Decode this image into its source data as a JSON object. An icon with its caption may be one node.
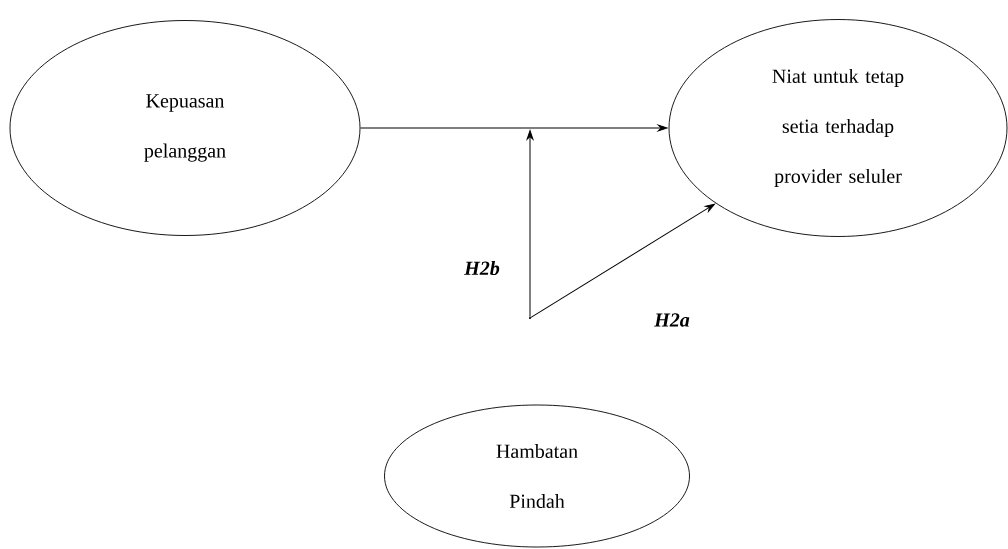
{
  "diagram": {
    "nodes": [
      {
        "text": [
          "Kepuasan pelanggan"
        ]
      },
      {
        "text": [
          "Niat untuk tetap setia terhadap provider seluler"
        ]
      },
      {
        "text": [
          "Hambatan Pindah"
        ]
      },
      {
        "text": [],
        "shape": "point"
      }
    ],
    "edges": [
      {
        "from": 0,
        "to": 1,
        "arrow": "to"
      },
      {
        "from": 3,
        "to": null,
        "arrow": "to",
        "label": "H2b"
      },
      {
        "from": 3,
        "to": 1,
        "arrow": "to",
        "label": "H2a"
      }
    ]
  }
}
